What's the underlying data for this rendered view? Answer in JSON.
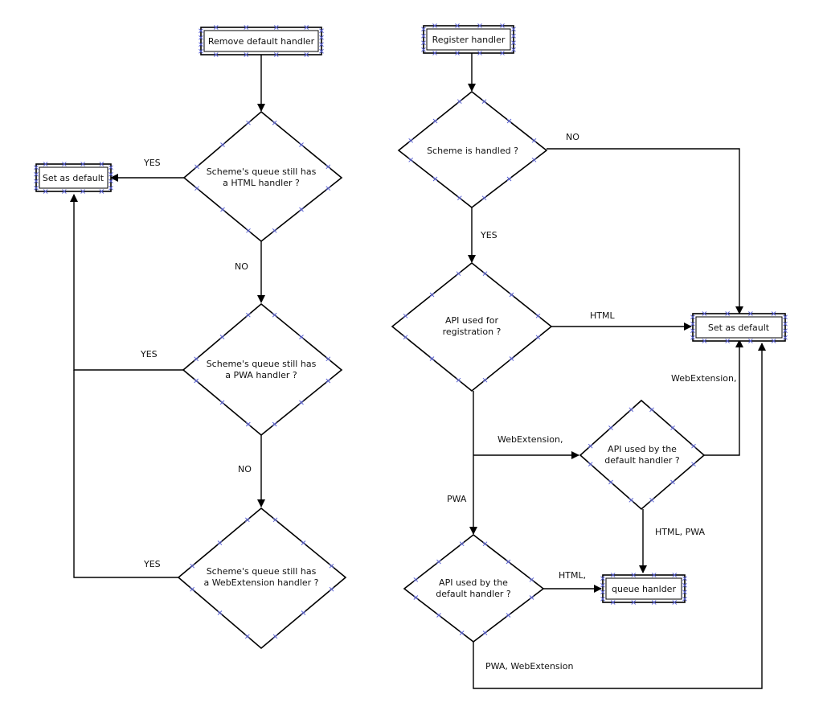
{
  "nodes": {
    "remove_default": "Remove default handler",
    "set_default_left": "Set as default",
    "q_html": [
      "Scheme's queue still has",
      "a HTML handler ?"
    ],
    "q_pwa": [
      "Scheme's queue still has",
      "a PWA handler ?"
    ],
    "q_webext": [
      "Scheme's queue still has",
      "a WebExtension handler ?"
    ],
    "register": "Register handler",
    "scheme_handled": "Scheme is handled ?",
    "api_registration": [
      "API used for",
      "registration ?"
    ],
    "set_default_right": "Set as default",
    "api_default_upper": [
      "API used by the",
      "default  handler ?"
    ],
    "api_default_lower": [
      "API used by the",
      "default  handler ?"
    ],
    "queue_handler": "queue hanlder"
  },
  "edge_labels": {
    "yes_html": "YES",
    "no_html": "NO",
    "yes_pwa": "YES",
    "no_pwa": "NO",
    "yes_webext": "YES",
    "no_scheme": "NO",
    "yes_scheme": "YES",
    "html_registration": "HTML",
    "webext_registration": "WebExtension,",
    "pwa_registration": "PWA",
    "webext_upper_out": "WebExtension,",
    "html_pwa_upper_out": "HTML, PWA",
    "html_lower_out": "HTML,",
    "pwa_webext_lower_out": "PWA, WebExtension"
  }
}
